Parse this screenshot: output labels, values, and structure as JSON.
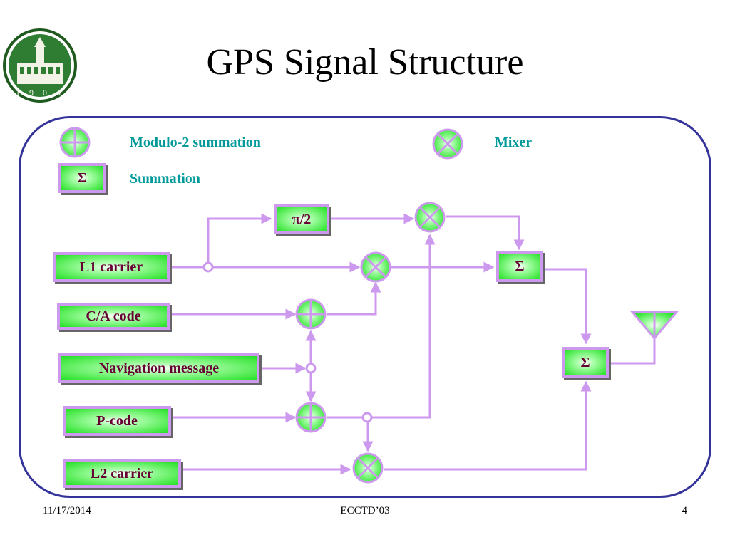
{
  "slide": {
    "title": "GPS Signal Structure",
    "footer_date": "11/17/2014",
    "footer_center": "ECCTD’03",
    "footer_page": "4"
  },
  "legend": {
    "modulo2_label": "Modulo-2 summation",
    "mixer_label": "Mixer",
    "summation_label": "Summation",
    "summation_symbol": "Σ"
  },
  "blocks": {
    "l1_carrier": "L1 carrier",
    "ca_code": "C/A code",
    "nav_message": "Navigation message",
    "p_code": "P-code",
    "l2_carrier": "L2 carrier",
    "phase_shift": "π/2",
    "sum_top": "Σ",
    "sum_bottom": "Σ"
  },
  "colors": {
    "frame": "#333399",
    "line": "#cc99ee",
    "block_fill": "#22e022",
    "block_text": "#660033",
    "legend_text": "#009999"
  }
}
